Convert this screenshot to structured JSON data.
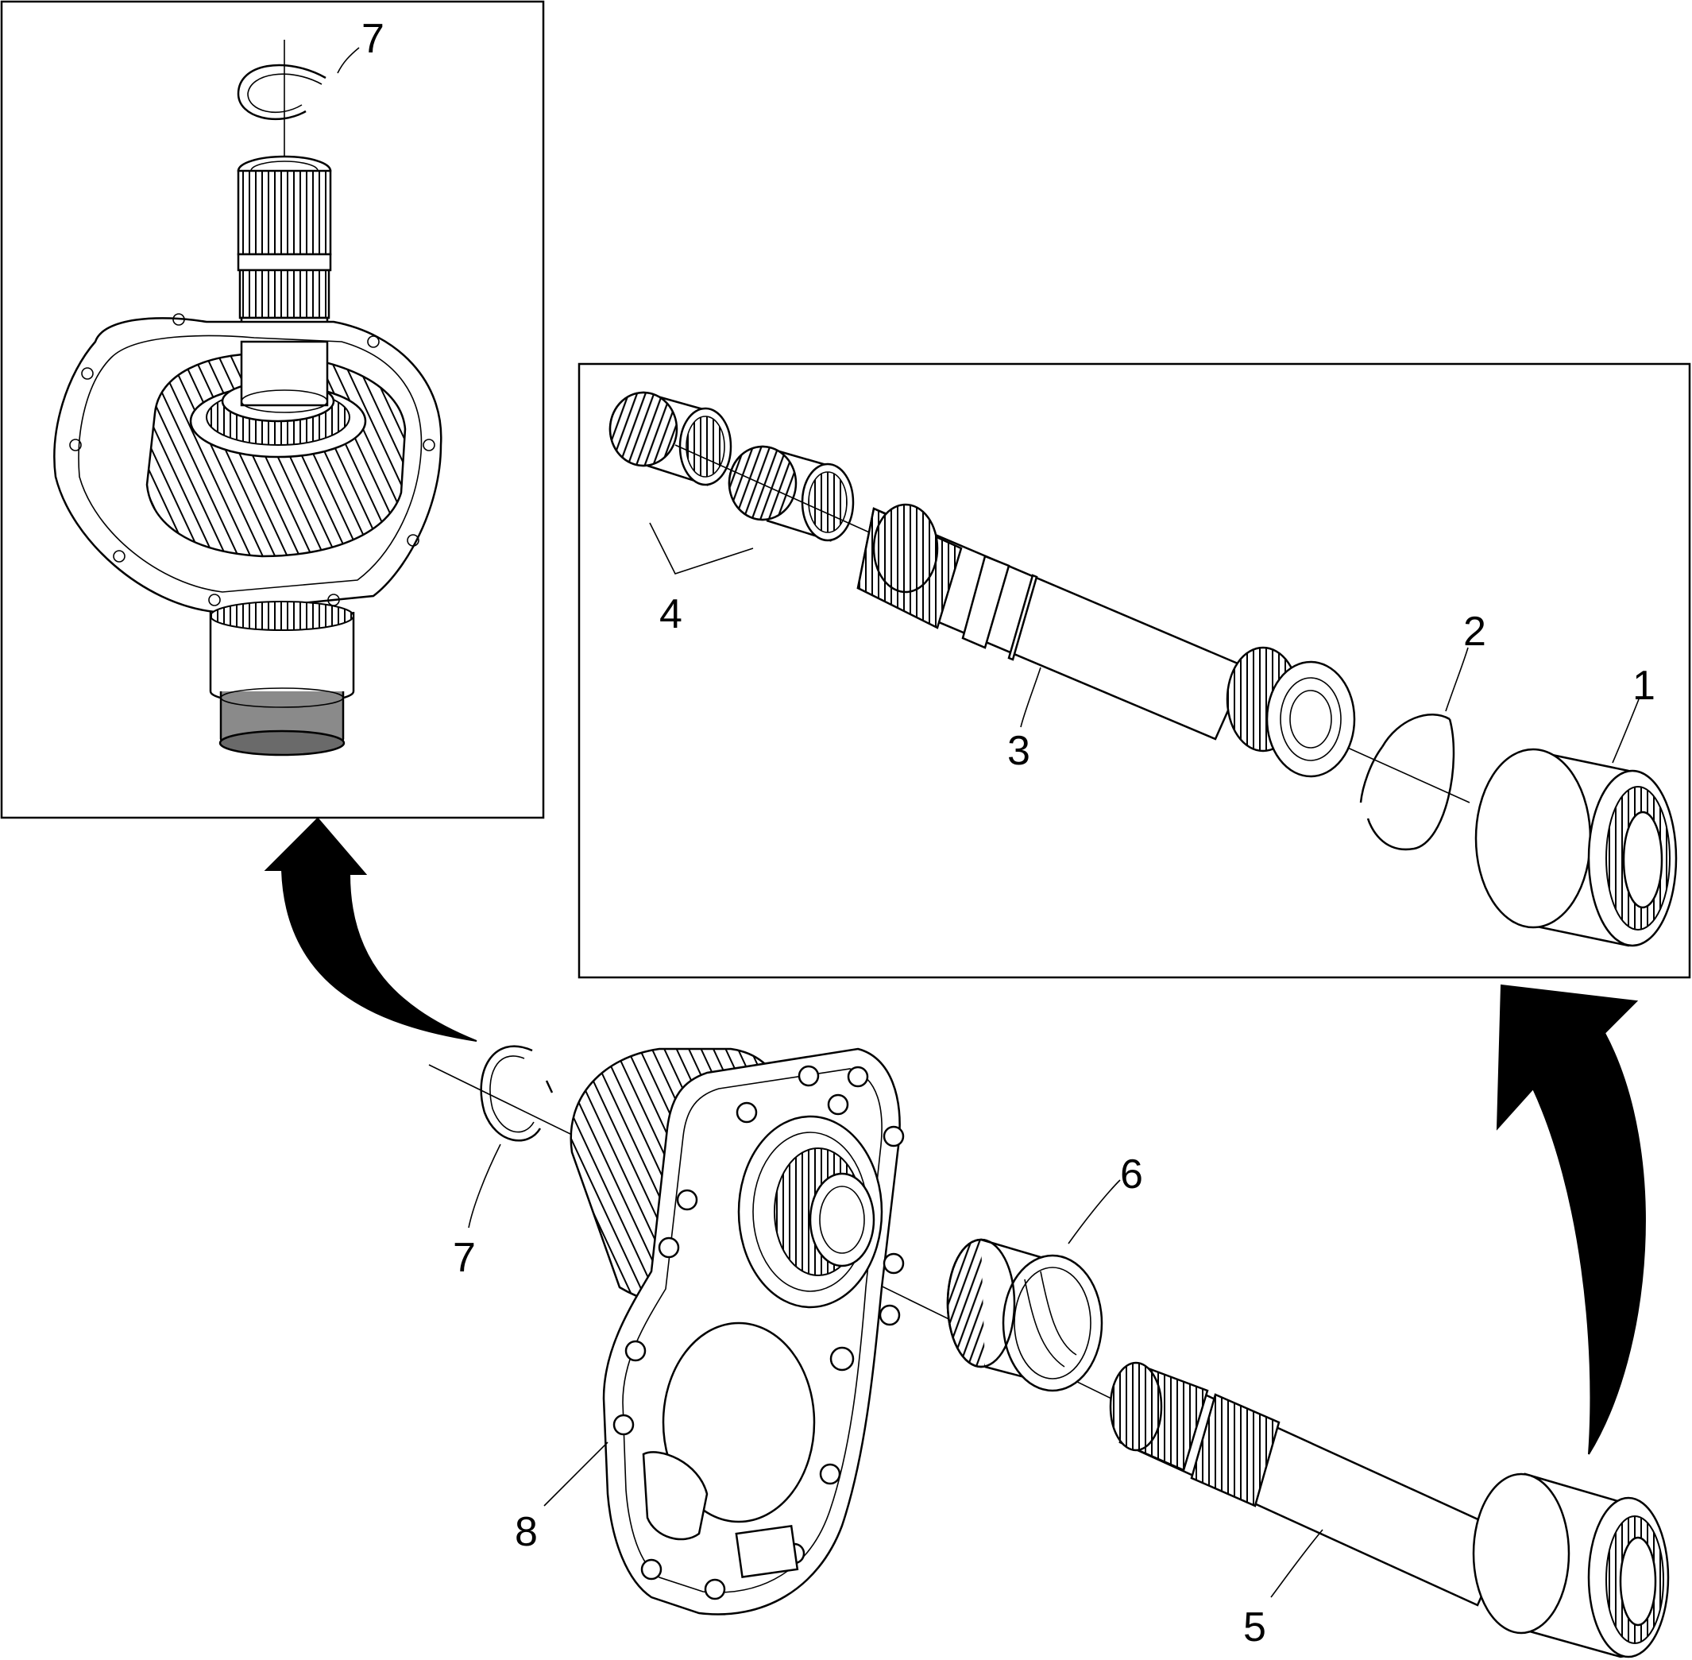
{
  "callouts": {
    "c1": "1",
    "c2": "2",
    "c3": "3",
    "c4": "4",
    "c5": "5",
    "c6": "6",
    "c7_top": "7",
    "c7_bottom": "7",
    "c8": "8"
  },
  "colors": {
    "line": "#000000",
    "background": "#ffffff",
    "shaded_seal": "#8a8a8a"
  }
}
